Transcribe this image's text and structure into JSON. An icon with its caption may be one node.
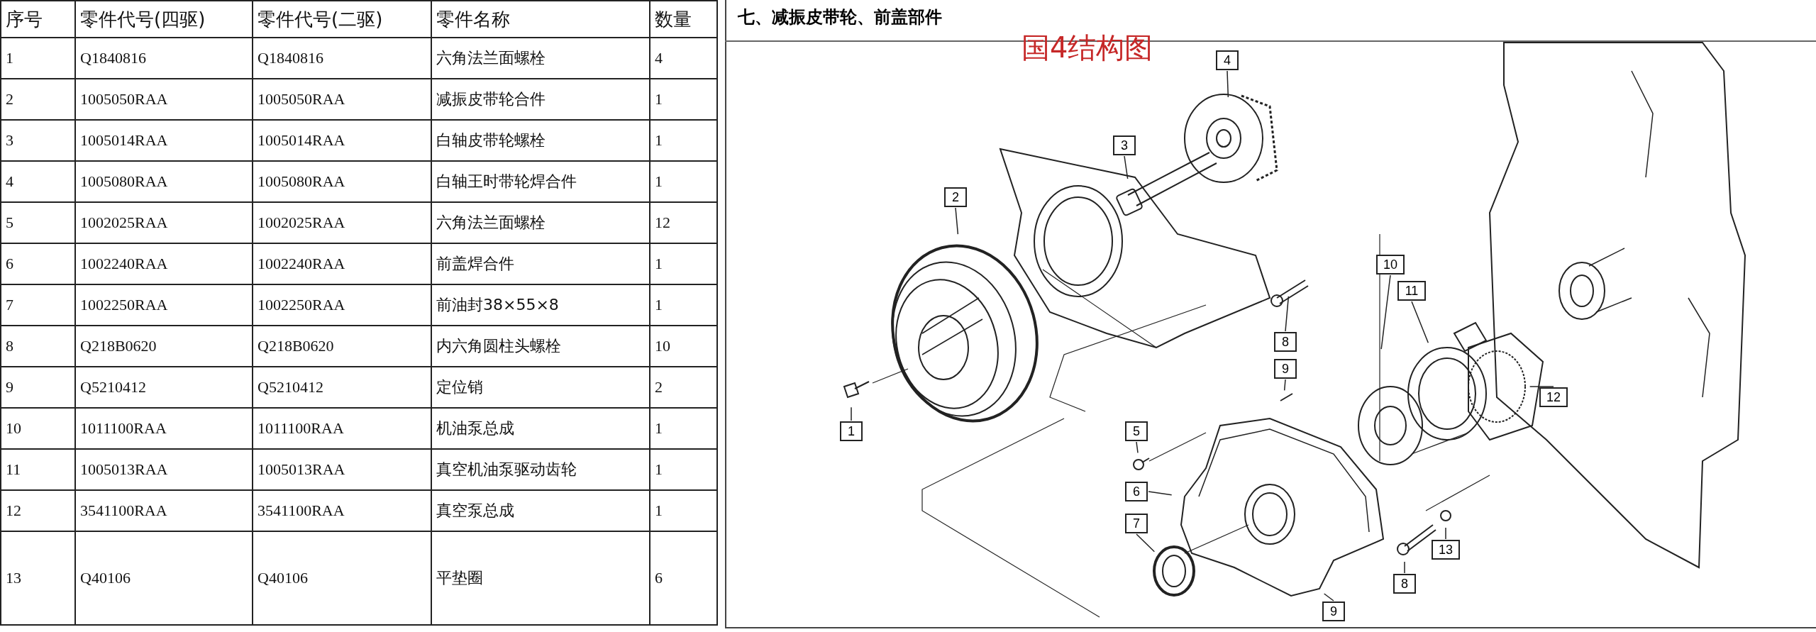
{
  "diagram": {
    "title": "七、减振皮带轮、前盖部件",
    "caption": "国4结构图",
    "nodes": [
      {
        "text": [
          "4"
        ]
      },
      {
        "text": [
          "3"
        ]
      },
      {
        "text": [
          "2"
        ]
      },
      {
        "text": [
          "10"
        ]
      },
      {
        "text": [
          "11"
        ]
      },
      {
        "text": [
          "8"
        ]
      },
      {
        "text": [
          "9"
        ]
      },
      {
        "text": [
          "12"
        ]
      },
      {
        "text": [
          "1"
        ]
      },
      {
        "text": [
          "5"
        ]
      },
      {
        "text": [
          "6"
        ]
      },
      {
        "text": [
          "7"
        ]
      },
      {
        "text": [
          "13"
        ]
      },
      {
        "text": [
          "8"
        ]
      },
      {
        "text": [
          "9"
        ]
      }
    ],
    "edges": [
      {
        "from": 0,
        "to": null,
        "arrow": "none"
      },
      {
        "from": 1,
        "to": null,
        "arrow": "none"
      },
      {
        "from": 2,
        "to": null,
        "arrow": "none"
      },
      {
        "from": 3,
        "to": null,
        "arrow": "none"
      },
      {
        "from": 4,
        "to": null,
        "arrow": "none"
      },
      {
        "from": 5,
        "to": null,
        "arrow": "none"
      },
      {
        "from": 6,
        "to": null,
        "arrow": "none"
      },
      {
        "from": 7,
        "to": null,
        "arrow": "none"
      },
      {
        "from": 8,
        "to": null,
        "arrow": "none"
      },
      {
        "from": 9,
        "to": null,
        "arrow": "none"
      },
      {
        "from": 10,
        "to": null,
        "arrow": "none"
      },
      {
        "from": 11,
        "to": null,
        "arrow": "none"
      },
      {
        "from": 12,
        "to": null,
        "arrow": "none"
      },
      {
        "from": 13,
        "to": null,
        "arrow": "none"
      },
      {
        "from": 14,
        "to": null,
        "arrow": "none"
      }
    ],
    "labels": [
      "序号",
      "零件代号(四驱)",
      "零件代号(二驱)",
      "零件名称",
      "数量",
      "1",
      "Q1840816",
      "Q1840816",
      "六角法兰面螺栓",
      "4",
      "2",
      "1005050RAA",
      "1005050RAA",
      "减振皮带轮合件",
      "1",
      "3",
      "1005014RAA",
      "1005014RAA",
      "白轴皮带轮螺栓",
      "1",
      "4",
      "1005080RAA",
      "1005080RAA",
      "白轴王时带轮焊合件",
      "1",
      "5",
      "1002025RAA",
      "1002025RAA",
      "六角法兰面螺栓",
      "12",
      "6",
      "1002240RAA",
      "1002240RAA",
      "前盖焊合件",
      "1",
      "7",
      "1002250RAA",
      "1002250RAA",
      "前油封38×55×8",
      "1",
      "8",
      "Q218B0620",
      "Q218B0620",
      "内六角圆柱头螺栓",
      "10",
      "9",
      "Q5210412",
      "Q5210412",
      "定位销",
      "2",
      "10",
      "1011100RAA",
      "1011100RAA",
      "机油泵总成",
      "1",
      "11",
      "1005013RAA",
      "1005013RAA",
      "真空机油泵驱动齿轮",
      "1",
      "12",
      "3541100RAA",
      "3541100RAA",
      "真空泵总成",
      "1",
      "13",
      "Q40106",
      "Q40106",
      "平垫圈",
      "6"
    ]
  }
}
